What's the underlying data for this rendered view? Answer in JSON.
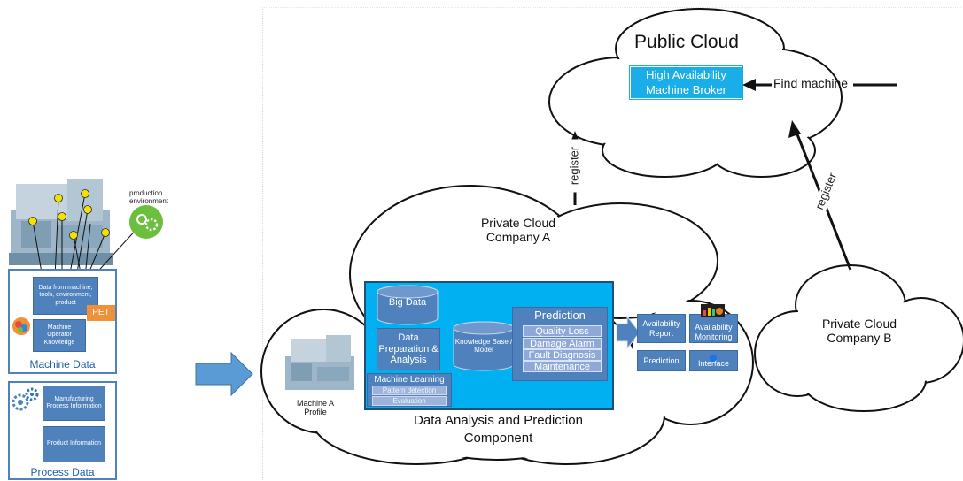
{
  "left_panel": {
    "production_environment": "production environment",
    "machine_data": {
      "data_box": "Data from machine, tools, environment, product",
      "pet_badge": "PET",
      "operator_box": "Machine Operator Knowledge",
      "caption": "Machine Data"
    },
    "process_data": {
      "manufacturing_box": "Manufacturing Process Information",
      "product_box": "Product Information",
      "caption": "Process Data"
    }
  },
  "public_cloud": {
    "title": "Public Cloud",
    "broker": "High Availability Machine Broker",
    "find_machine": "Find machine"
  },
  "private_cloud_a": {
    "title": "Private Cloud Company A",
    "register": "register",
    "machine_profile": "Machine A Profile",
    "component": {
      "big_data": "Big Data",
      "data_prep": "Data Preparation & Analysis",
      "knowledge_base": "Knowledge Base / Model",
      "machine_learning": "Machine Learning",
      "pattern_detection": "Pattern detection",
      "evaluation": "Evaluation",
      "prediction_title": "Prediction",
      "prediction_items": [
        "Quality Loss",
        "Damage Alarm",
        "Fault Diagnosis",
        "Maintenance"
      ],
      "caption": "Data Analysis and Prediction Component"
    },
    "outputs": {
      "availability_report": "Availability Report",
      "availability_monitoring": "Availability Monitoring",
      "prediction": "Prediction",
      "interface": "Interface"
    }
  },
  "private_cloud_b": {
    "title": "Private Cloud Company B",
    "register": "register"
  },
  "colors": {
    "accent": "#4f81bd",
    "component_bg": "#00b0f0",
    "broker_bg": "#1aaee8",
    "pet": "#f0913a",
    "green": "#6cbf3c"
  }
}
